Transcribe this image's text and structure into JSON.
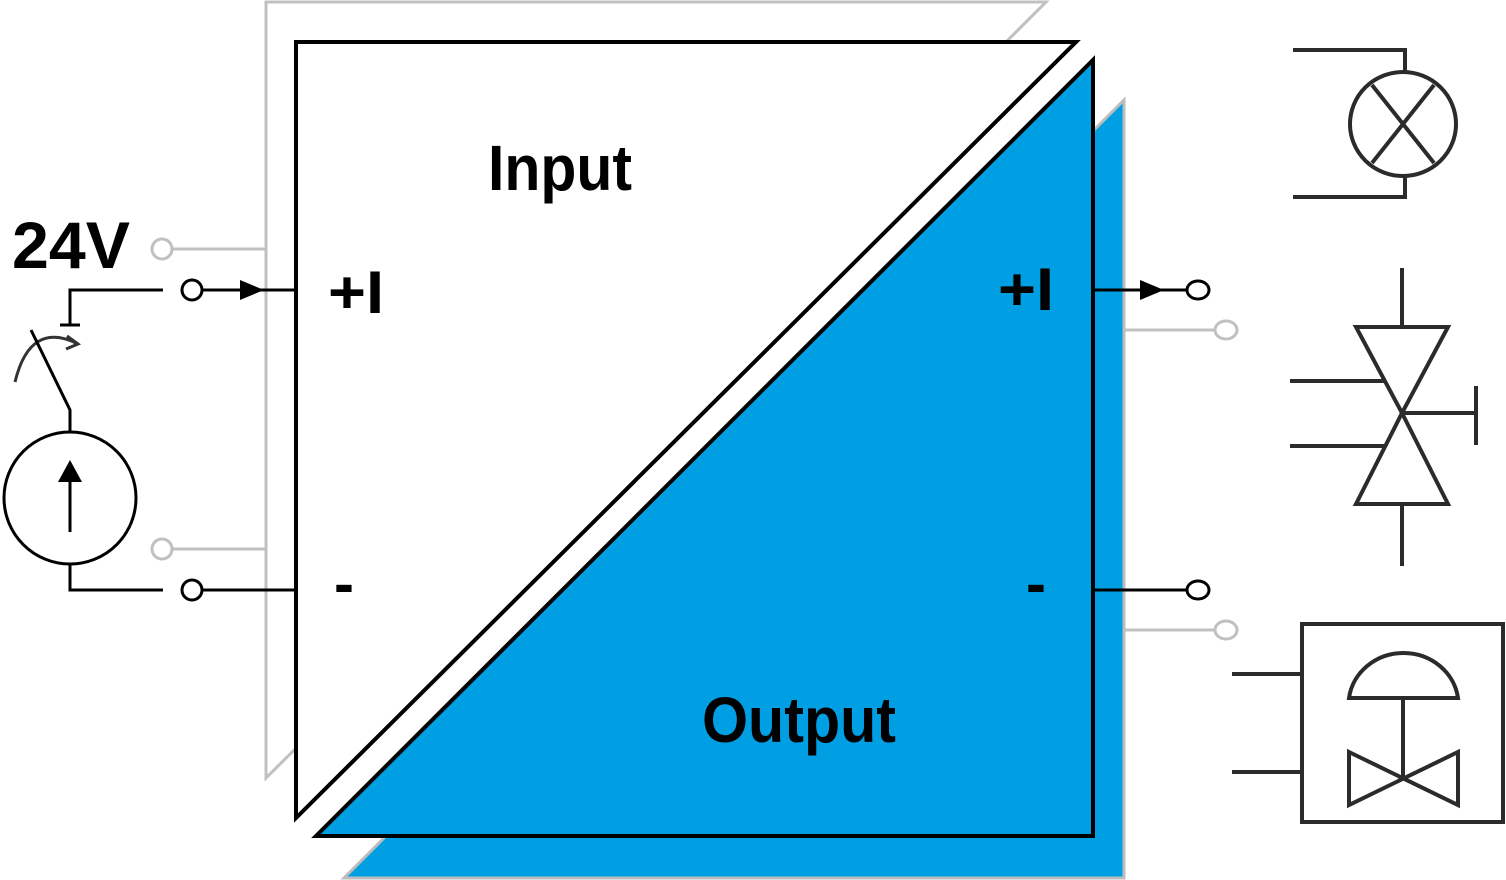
{
  "labels": {
    "input": "Input",
    "output": "Output",
    "supply_voltage": "24V",
    "input_plus": "+I",
    "input_minus": "-",
    "output_plus": "+I",
    "output_minus": "-"
  },
  "colors": {
    "output_fill": "#009fe3",
    "outline": "#000000",
    "ghost": "#c0c0c0"
  }
}
